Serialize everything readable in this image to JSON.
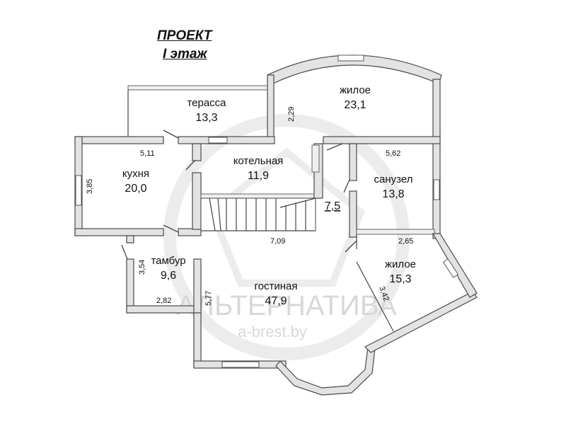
{
  "title": {
    "line1": "ПРОЕКТ",
    "line2": "I этаж"
  },
  "rooms": {
    "terrace": {
      "name": "терасса",
      "area": "13,3"
    },
    "living_top": {
      "name": "жилое",
      "area": "23,1"
    },
    "kitchen": {
      "name": "кухня",
      "area": "20,0"
    },
    "boiler": {
      "name": "котельная",
      "area": "11,9"
    },
    "bathroom": {
      "name": "санузел",
      "area": "13,8"
    },
    "vestibule": {
      "name": "тамбур",
      "area": "9,6"
    },
    "living_room": {
      "name": "гостиная",
      "area": "47,9"
    },
    "living_right": {
      "name": "жилое",
      "area": "15,3"
    },
    "stairs": {
      "area": "7,5"
    }
  },
  "dimensions": {
    "kitchen_width": "5,11",
    "kitchen_height": "3,85",
    "living_top_height": "2,29",
    "bathroom_width": "5,62",
    "stairs_width": "7,09",
    "living_right_width": "2,65",
    "living_right_height": "3,42",
    "vestibule_height": "3,54",
    "vestibule_width": "2,82",
    "living_room_height": "5,77"
  },
  "watermark": {
    "brand": "АЛЬТЕРНАТИВА",
    "site": "a-brest.by"
  }
}
